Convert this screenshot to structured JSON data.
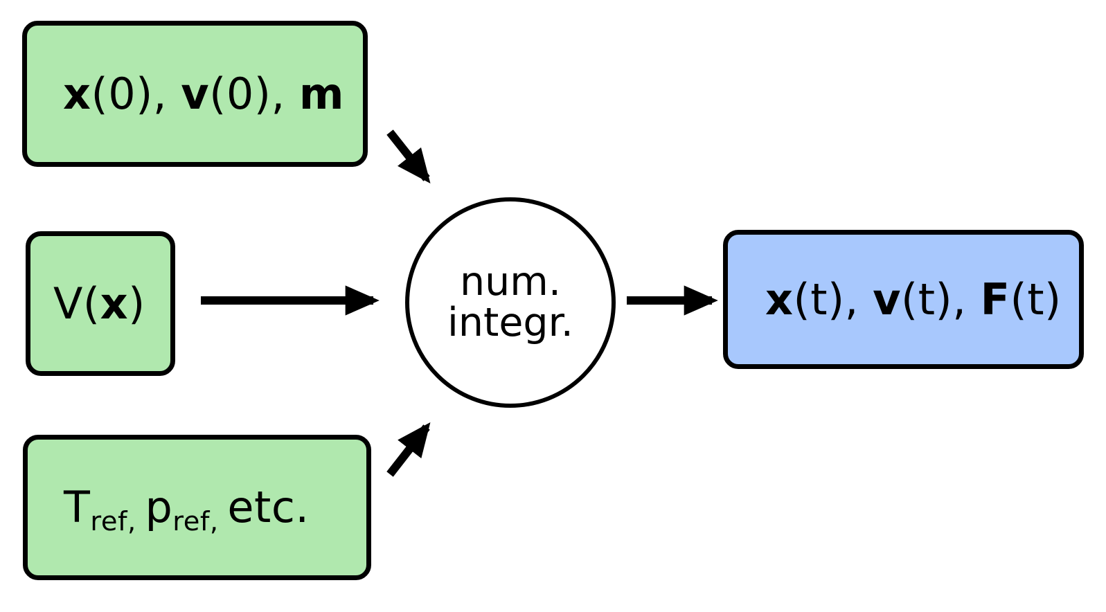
{
  "diagram": {
    "title": "Molecular dynamics numerical integration flow",
    "background_color": "#ffffff",
    "stroke_color": "#000000",
    "input_fill_color": "#b0e8ae",
    "process_fill_color": "#ffffff",
    "output_fill_color": "#a8c8fd"
  },
  "nodes": {
    "initial_conditions": {
      "role": "input",
      "fill": "#b0e8ae",
      "text_plain": "x(0), v(0), m",
      "parts": {
        "x_sym": "x",
        "x_arg": "(0), ",
        "v_sym": "v",
        "v_arg": "(0), ",
        "m_sym": "m"
      }
    },
    "potential": {
      "role": "input",
      "fill": "#b0e8ae",
      "text_plain": "V(x)",
      "parts": {
        "v_fn": "V(",
        "x_sym": "x",
        "close": ")"
      }
    },
    "thermo": {
      "role": "input",
      "fill": "#b0e8ae",
      "text_plain": "Tref, pref, etc.",
      "parts": {
        "t_sym": "T",
        "t_sub": "ref",
        "sep1": ", ",
        "p_sym": "p",
        "p_sub": "ref",
        "sep2": ", ",
        "etc": "etc."
      }
    },
    "integrator": {
      "role": "process",
      "shape": "circle",
      "fill": "#ffffff",
      "text_plain": "num. integr.",
      "line1": "num.",
      "line2": "integr."
    },
    "trajectory": {
      "role": "output",
      "fill": "#a8c8fd",
      "text_plain": "x(t), v(t), F(t)",
      "parts": {
        "x_sym": "x",
        "x_arg": "(t), ",
        "v_sym": "v",
        "v_arg": "(t), ",
        "f_sym": "F",
        "f_arg": "(t)"
      }
    }
  },
  "edges": [
    {
      "name": "initial-to-integrator",
      "from": "initial_conditions",
      "to": "integrator",
      "style": "solid-arrow",
      "direction": "diagonal-down-right"
    },
    {
      "name": "potential-to-integrator",
      "from": "potential",
      "to": "integrator",
      "style": "solid-arrow",
      "direction": "horizontal-right"
    },
    {
      "name": "thermo-to-integrator",
      "from": "thermo",
      "to": "integrator",
      "style": "solid-arrow",
      "direction": "diagonal-up-right"
    },
    {
      "name": "integrator-to-trajectory",
      "from": "integrator",
      "to": "trajectory",
      "style": "solid-arrow",
      "direction": "horizontal-right"
    }
  ]
}
